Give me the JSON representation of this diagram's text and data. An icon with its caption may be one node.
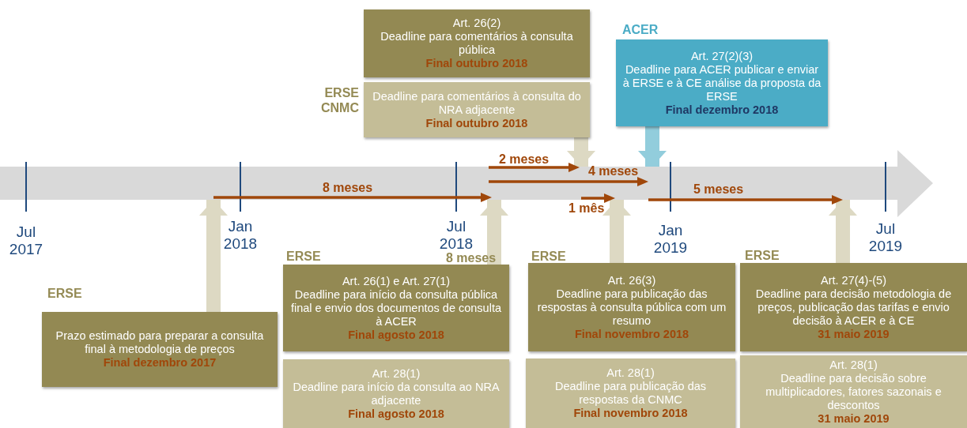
{
  "diagram": {
    "nodes": [
      {
        "text": [
          "Prazo estimado para preparar a consulta final à metodologia de preços",
          "Final dezembro 2017"
        ],
        "beside": [
          "ERSE"
        ]
      },
      {
        "text": [
          "Art. 26(2)",
          "Deadline para comentários à consulta pública",
          "Final outubro 2018"
        ]
      },
      {
        "text": [
          "Deadline para comentários à consulta do NRA adjacente",
          "Final outubro 2018"
        ],
        "beside": [
          "ERSE CNMC"
        ]
      },
      {
        "text": [
          "Art. 27(2)(3)",
          "Deadline para ACER publicar e enviar à ERSE e à CE análise da proposta da ERSE",
          "Final dezembro 2018"
        ],
        "beside": [
          "ACER"
        ]
      },
      {
        "text": [
          "Art. 26(1) e Art. 27(1)",
          "Deadline para início da consulta pública final  e envio dos documentos de consulta à ACER",
          "Final agosto 2018"
        ],
        "beside": [
          "ERSE"
        ]
      },
      {
        "text": [
          "Art. 28(1)",
          "Deadline para início da consulta ao NRA adjacente",
          "Final agosto 2018"
        ]
      },
      {
        "text": [
          "Art. 26(3)",
          "Deadline para publicação das respostas à consulta pública com um resumo",
          "Final novembro 2018"
        ],
        "beside": [
          "ERSE"
        ]
      },
      {
        "text": [
          "Art. 28(1)",
          "Deadline para publicação das respostas da CNMC",
          "Final novembro 2018"
        ]
      },
      {
        "text": [
          "Art. 27(4)-(5)",
          "Deadline para decisão metodologia de preços, publicação das tarifas e envio decisão à ACER e à CE",
          "31 maio 2019"
        ],
        "beside": [
          "ERSE"
        ]
      },
      {
        "text": [
          "Art. 28(1)",
          "Deadline para decisão sobre multiplicadores, fatores sazonais e descontos",
          "31 maio 2019"
        ]
      },
      {
        "text": [],
        "shape": "bar"
      }
    ],
    "edges": [
      {
        "from": 0,
        "to": 10,
        "arrow": "to"
      },
      {
        "from": 4,
        "to": 10,
        "arrow": "to"
      },
      {
        "from": 6,
        "to": 10,
        "arrow": "to"
      },
      {
        "from": 8,
        "to": 10,
        "arrow": "to"
      },
      {
        "from": 2,
        "to": 10,
        "arrow": "to"
      },
      {
        "from": 3,
        "to": 10,
        "arrow": "to",
        "color": "#92cddc"
      }
    ],
    "labels": [
      "2 meses",
      "4 meses",
      "8 meses",
      "1 mês",
      "5 meses",
      "Jul 2017",
      "Jan 2018",
      "Jul 2018",
      "Jan 2019",
      "Jul 2019",
      "8 meses"
    ]
  }
}
